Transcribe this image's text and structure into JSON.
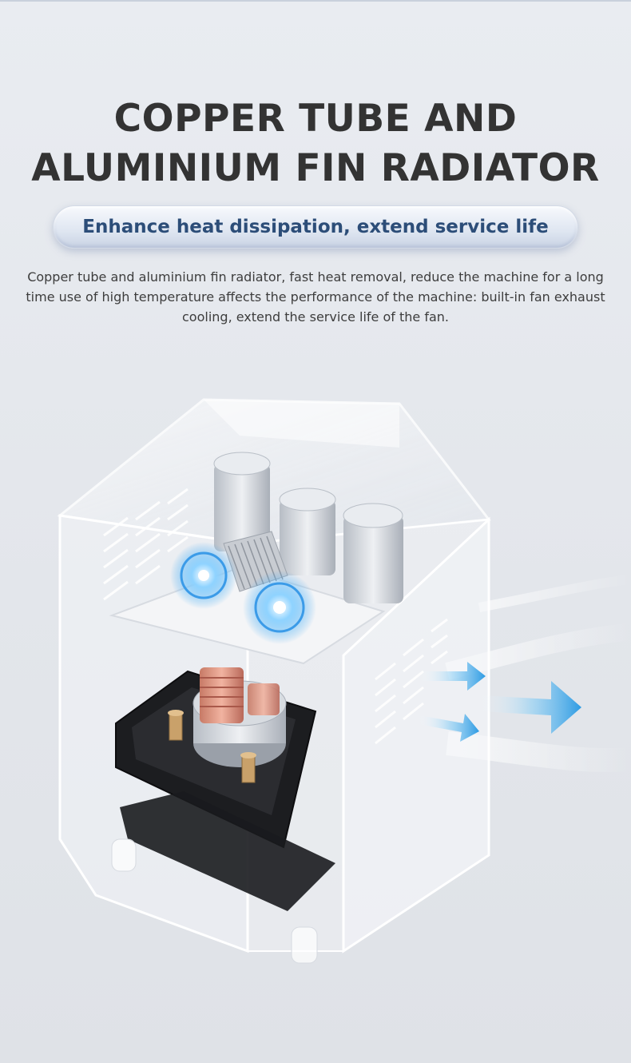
{
  "header": {
    "title_line1": "COPPER TUBE AND",
    "title_line2": "ALUMINIUM FIN RADIATOR",
    "subtitle": "Enhance heat dissipation, extend service life",
    "description": "Copper tube and aluminium fin radiator, fast heat removal, reduce the machine for a long time use of high temperature affects the performance of the machine: built-in fan exhaust cooling, extend the service life of the fan."
  },
  "colors": {
    "title": "#333333",
    "subtitle": "#2c4d78",
    "airflow": "#3fa4e6",
    "copper": "#d98a75"
  },
  "icons": [
    "machine-cutaway",
    "cooling-fan-icon",
    "airflow-arrow-icon",
    "copper-tube-radiator"
  ]
}
